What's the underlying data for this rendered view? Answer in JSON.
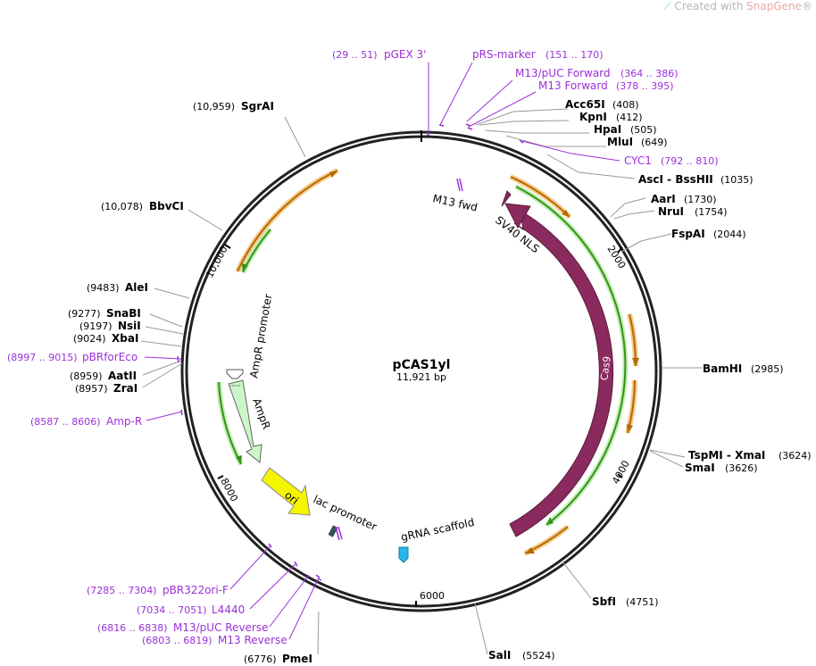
{
  "watermark": {
    "prefix": "Created with ",
    "brand": "SnapGene",
    "suffix": "®"
  },
  "plasmid": {
    "name": "pCAS1yl",
    "size_label": "11,921 bp",
    "length": 11921
  },
  "colors": {
    "primer": "#9b30d9",
    "cas9": "#8b2a5e",
    "ampr": "#ccf5c8",
    "ori": "#f5f500",
    "orf_orange": "#e89a1e",
    "orf_green": "#3a8f1d",
    "grna": "#29b6e8"
  },
  "ticks": [
    "2000",
    "4000",
    "6000",
    "8000",
    "10,000"
  ],
  "features": {
    "cas9": "Cas9",
    "sv40": "SV40 NLS",
    "m13fwd": "M13 fwd",
    "grna": "gRNA scaffold",
    "lac": "lac promoter",
    "ori": "ori",
    "ampr": "AmpR",
    "amprprom": "AmpR promoter"
  },
  "enzymes": [
    {
      "name": "SgrAI",
      "pos": "(10,959)"
    },
    {
      "name": "BbvCI",
      "pos": "(10,078)"
    },
    {
      "name": "AleI",
      "pos": "(9483)"
    },
    {
      "name": "SnaBI",
      "pos": "(9277)"
    },
    {
      "name": "NsiI",
      "pos": "(9197)"
    },
    {
      "name": "XbaI",
      "pos": "(9024)"
    },
    {
      "name": "AatII",
      "pos": "(8959)"
    },
    {
      "name": "ZraI",
      "pos": "(8957)"
    },
    {
      "name": "PmeI",
      "pos": "(6776)"
    },
    {
      "name": "Acc65I",
      "pos": "(408)"
    },
    {
      "name": "KpnI",
      "pos": "(412)"
    },
    {
      "name": "HpaI",
      "pos": "(505)"
    },
    {
      "name": "MluI",
      "pos": "(649)"
    },
    {
      "name": "AscI  -  BssHII",
      "pos": "(1035)"
    },
    {
      "name": "AarI",
      "pos": "(1730)"
    },
    {
      "name": "NruI",
      "pos": "(1754)"
    },
    {
      "name": "FspAI",
      "pos": "(2044)"
    },
    {
      "name": "BamHI",
      "pos": "(2985)"
    },
    {
      "name": "TspMI  -  XmaI",
      "pos": "(3624)"
    },
    {
      "name": "SmaI",
      "pos": "(3626)"
    },
    {
      "name": "SbfI",
      "pos": "(4751)"
    },
    {
      "name": "SalI",
      "pos": "(5524)"
    }
  ],
  "primers": [
    {
      "name": "pGEX 3'",
      "pos": "(29 .. 51)"
    },
    {
      "name": "pRS-marker",
      "pos": "(151 .. 170)"
    },
    {
      "name": "M13/pUC Forward",
      "pos": "(364 .. 386)"
    },
    {
      "name": "M13 Forward",
      "pos": "(378 .. 395)"
    },
    {
      "name": "CYC1",
      "pos": "(792 .. 810)"
    },
    {
      "name": "pBRforEco",
      "pos": "(8997 .. 9015)"
    },
    {
      "name": "Amp-R",
      "pos": "(8587 .. 8606)"
    },
    {
      "name": "pBR322ori-F",
      "pos": "(7285 .. 7304)"
    },
    {
      "name": "L4440",
      "pos": "(7034 .. 7051)"
    },
    {
      "name": "M13/pUC Reverse",
      "pos": "(6816 .. 6838)"
    },
    {
      "name": "M13 Reverse",
      "pos": "(6803 .. 6819)"
    }
  ]
}
